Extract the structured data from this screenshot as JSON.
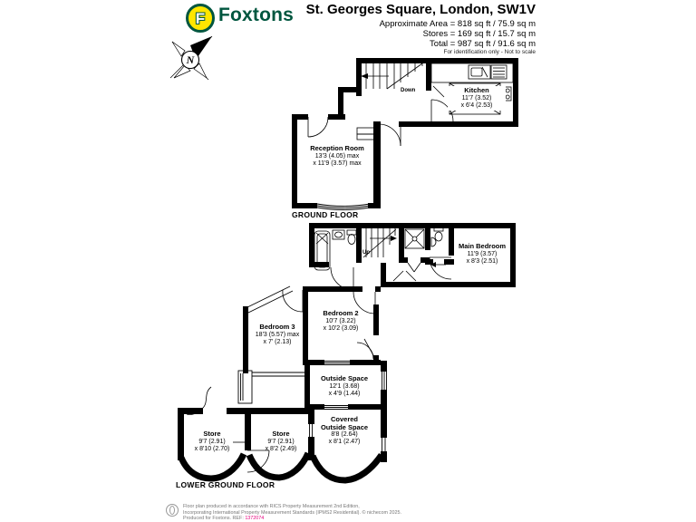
{
  "header": {
    "brand": "Foxtons",
    "logo_letter": "F",
    "title": "St. Georges Square, London, SW1V",
    "area_line1": "Approximate Area = 818 sq ft / 75.9 sq m",
    "area_line2": "Stores = 169 sq ft / 15.7 sq m",
    "area_line3": "Total = 987 sq ft / 91.6 sq m",
    "disclaimer": "For identification only - Not to scale"
  },
  "compass": {
    "north": "N"
  },
  "ground_floor": {
    "label": "GROUND FLOOR",
    "stairs": "Down",
    "kitchen": {
      "name": "Kitchen",
      "d1": "11'7 (3.52)",
      "d2": "x 6'4 (2.53)"
    },
    "reception": {
      "name": "Reception Room",
      "d1": "13'3 (4.05) max",
      "d2": "x 11'9 (3.57) max"
    }
  },
  "lower_ground_floor": {
    "label": "LOWER GROUND FLOOR",
    "stairs": "Up",
    "main_bedroom": {
      "name": "Main Bedroom",
      "d1": "11'9 (3.57)",
      "d2": "x 8'3 (2.51)"
    },
    "bedroom2": {
      "name": "Bedroom 2",
      "d1": "10'7 (3.22)",
      "d2": "x 10'2 (3.09)"
    },
    "bedroom3": {
      "name": "Bedroom 3",
      "d1": "18'3 (5.57) max",
      "d2": "x 7' (2.13)"
    },
    "outside_space": {
      "name": "Outside Space",
      "d1": "12'1 (3.68)",
      "d2": "x 4'9 (1.44)"
    },
    "store1": {
      "name": "Store",
      "d1": "9'7 (2.91)",
      "d2": "x 8'10 (2.70)"
    },
    "store2": {
      "name": "Store",
      "d1": "9'7 (2.91)",
      "d2": "x 8'2 (2.49)"
    },
    "covered_outside": {
      "name": "Covered Outside Space",
      "d1": "8'8 (2.64)",
      "d2": "x 8'1 (2.47)"
    }
  },
  "footer": {
    "line1": "Floor plan produced in accordance with RICS Property Measurement 2nd Edition,",
    "line2": "Incorporating International Property Measurement Standards (IPMS2 Residential).   © nichecom 2025.",
    "line3": "Produced for Foxtons.   REF:",
    "ref": "1372074"
  },
  "colors": {
    "brand_green": "#00563F",
    "brand_yellow": "#FFE600",
    "wall_black": "#000000",
    "ref_pink": "#E5007D"
  }
}
